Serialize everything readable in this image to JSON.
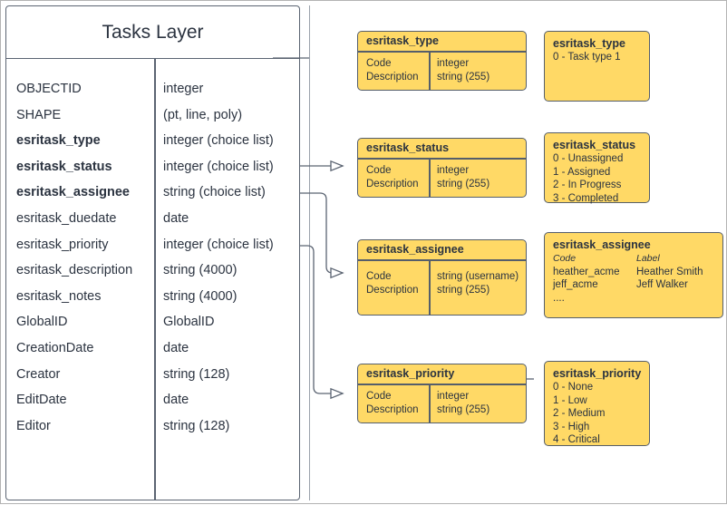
{
  "layer": {
    "title": "Tasks Layer",
    "fields": [
      {
        "name": "OBJECTID",
        "type": "integer",
        "bold": false
      },
      {
        "name": "SHAPE",
        "type": "(pt, line, poly)",
        "bold": false
      },
      {
        "name": "esritask_type",
        "type": "integer (choice list)",
        "bold": true
      },
      {
        "name": "esritask_status",
        "type": "integer (choice list)",
        "bold": true
      },
      {
        "name": "esritask_assignee",
        "type": "string (choice list)",
        "bold": true
      },
      {
        "name": "esritask_duedate",
        "type": "date",
        "bold": false
      },
      {
        "name": "esritask_priority",
        "type": "integer (choice list)",
        "bold": false
      },
      {
        "name": "esritask_description",
        "type": "string (4000)",
        "bold": false
      },
      {
        "name": "esritask_notes",
        "type": "string (4000)",
        "bold": false
      },
      {
        "name": "GlobalID",
        "type": "GlobalID",
        "bold": false
      },
      {
        "name": "CreationDate",
        "type": "date",
        "bold": false
      },
      {
        "name": "Creator",
        "type": "string (128)",
        "bold": false
      },
      {
        "name": "EditDate",
        "type": "date",
        "bold": false
      },
      {
        "name": "Editor",
        "type": "string (128)",
        "bold": false
      }
    ]
  },
  "tables": [
    {
      "title": "esritask_type",
      "left_labels": [
        "Code",
        "Description"
      ],
      "right_labels": [
        "integer",
        "string (255)"
      ]
    },
    {
      "title": "esritask_status",
      "left_labels": [
        "Code",
        "Description"
      ],
      "right_labels": [
        "integer",
        "string (255)"
      ]
    },
    {
      "title": "esritask_assignee",
      "left_labels": [
        "Code",
        "Description"
      ],
      "right_labels": [
        "string  (username)",
        "string (255)"
      ]
    },
    {
      "title": "esritask_priority",
      "left_labels": [
        "Code",
        "Description"
      ],
      "right_labels": [
        "integer",
        "string (255)"
      ]
    }
  ],
  "values": [
    {
      "title": "esritask_type",
      "items": [
        "0 - Task type 1"
      ]
    },
    {
      "title": "esritask_status",
      "items": [
        "0 - Unassigned",
        "1 - Assigned",
        "2 - In Progress",
        "3 - Completed"
      ]
    },
    {
      "title": "esritask_assignee",
      "header": {
        "code": "Code",
        "label": "Label"
      },
      "rows": [
        {
          "code": "heather_acme",
          "label": "Heather Smith"
        },
        {
          "code": "jeff_acme",
          "label": "Jeff Walker"
        },
        {
          "code": "....",
          "label": ""
        }
      ]
    },
    {
      "title": "esritask_priority",
      "items": [
        "0 - None",
        "1 - Low",
        "2 - Medium",
        "3 - High",
        "4 - Critical"
      ]
    }
  ],
  "colors": {
    "box_fill": "#ffd966",
    "box_border": "#555e6b",
    "text": "#2b3340",
    "frame": "#b3b3b3"
  }
}
